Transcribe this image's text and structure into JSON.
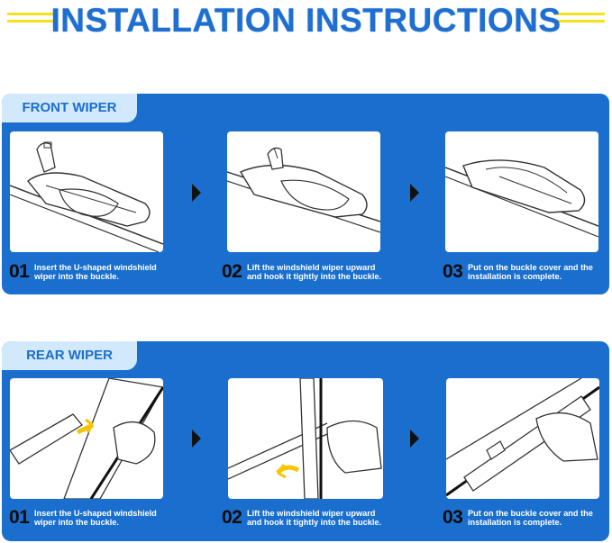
{
  "title": "INSTALLATION INSTRUCTIONS",
  "colors": {
    "panel_blue": "#1a6fce",
    "title_blue": "#1f6fd1",
    "tab_bg": "#d2e8fb",
    "accent_yellow": "#f6e11a",
    "arrow_black": "#111111"
  },
  "front": {
    "label": "FRONT WIPER",
    "steps": [
      {
        "num": "01",
        "text": "Insert the U-shaped windshield\nwiper into the buckle."
      },
      {
        "num": "02",
        "text": "Lift the windshield wiper upward\nand hook it tightly into the buckle."
      },
      {
        "num": "03",
        "text": "Put on the buckle cover and the\ninstallation is complete."
      }
    ]
  },
  "rear": {
    "label": "REAR WIPER",
    "steps": [
      {
        "num": "01",
        "text": "Insert the U-shaped windshield\nwiper into the buckle."
      },
      {
        "num": "02",
        "text": "Lift the windshield wiper upward\nand hook it tightly into the buckle."
      },
      {
        "num": "03",
        "text": "Put on the buckle cover and the\ninstallation is complete."
      }
    ]
  },
  "icons": [
    "next-step-arrow-icon"
  ]
}
